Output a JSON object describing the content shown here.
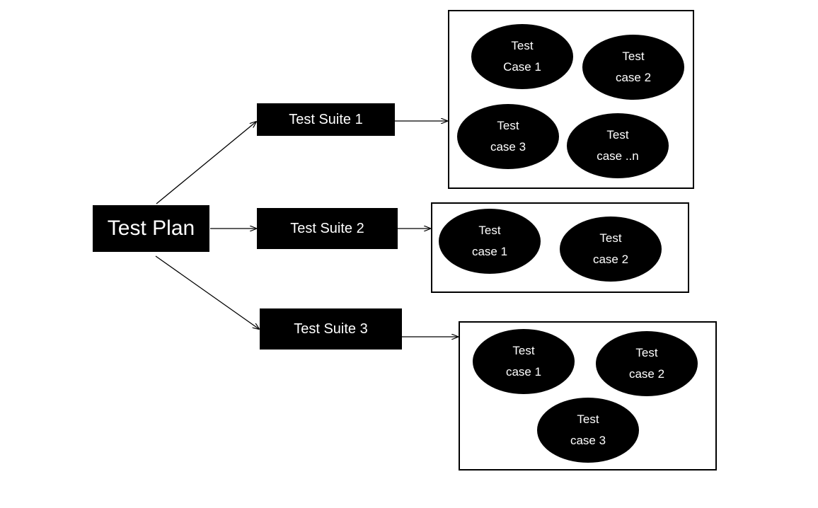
{
  "plan": {
    "label": "Test Plan"
  },
  "suites": [
    {
      "label": "Test Suite 1",
      "cases": [
        [
          "Test",
          "Case 1"
        ],
        [
          "Test",
          "case 2"
        ],
        [
          "Test",
          "case 3"
        ],
        [
          "Test",
          "case ..n"
        ]
      ]
    },
    {
      "label": "Test Suite 2",
      "cases": [
        [
          "Test",
          "case 1"
        ],
        [
          "Test",
          "case 2"
        ]
      ]
    },
    {
      "label": "Test Suite 3",
      "cases": [
        [
          "Test",
          "case 1"
        ],
        [
          "Test",
          "case 2"
        ],
        [
          "Test",
          "case 3"
        ]
      ]
    }
  ],
  "colors": {
    "node_fill": "#000000",
    "node_text": "#ffffff",
    "line": "#000000"
  }
}
